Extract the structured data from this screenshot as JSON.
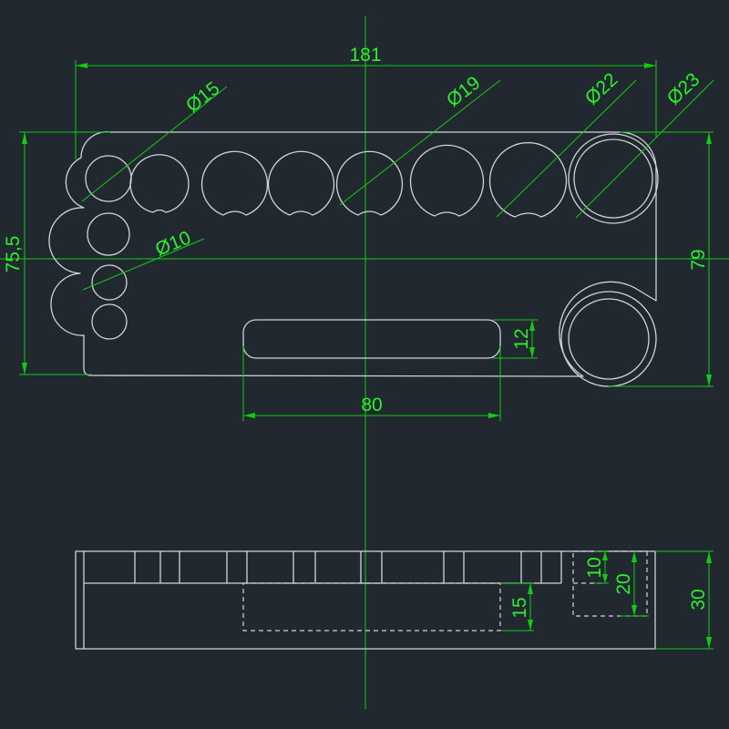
{
  "colors": {
    "background": "#212830",
    "geometry": "#d2d4d6",
    "dimension_lines": "#12cc12",
    "dimension_text": "#2bf02b"
  },
  "dimensions": {
    "overall_width": "181",
    "dia_15": "Ø15",
    "dia_19": "Ø19",
    "dia_22": "Ø22",
    "dia_23": "Ø23",
    "dia_10": "Ø10",
    "height_left": "75,5",
    "height_right": "79",
    "slot_width": "12",
    "slot_length": "80",
    "depth_10": "10",
    "depth_20": "20",
    "total_thickness": "30",
    "slot_depth": "15"
  }
}
